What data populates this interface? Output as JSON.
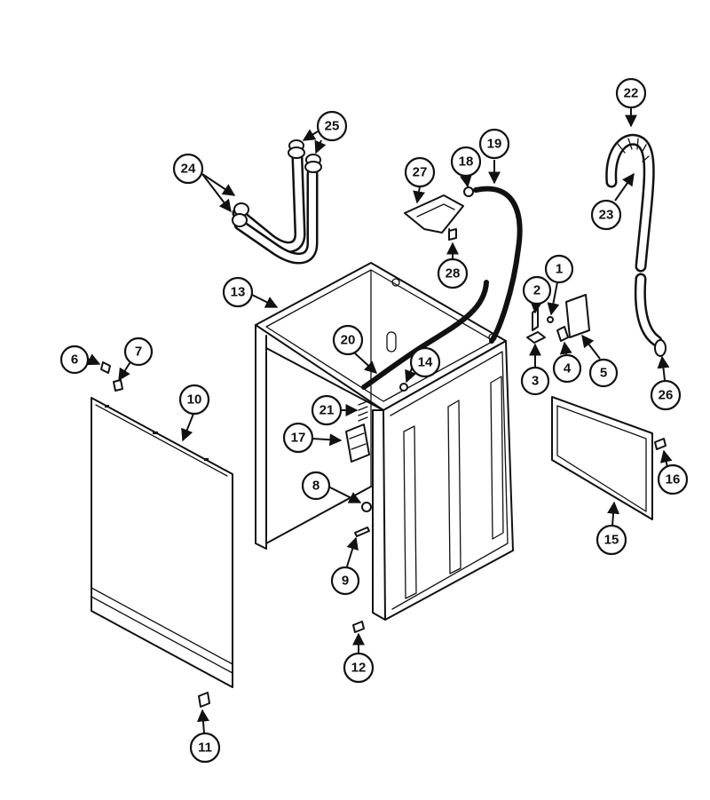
{
  "callouts": [
    {
      "label": "1"
    },
    {
      "label": "2"
    },
    {
      "label": "3"
    },
    {
      "label": "4"
    },
    {
      "label": "5"
    },
    {
      "label": "6"
    },
    {
      "label": "7"
    },
    {
      "label": "8"
    },
    {
      "label": "9"
    },
    {
      "label": "10"
    },
    {
      "label": "11"
    },
    {
      "label": "12"
    },
    {
      "label": "13"
    },
    {
      "label": "14"
    },
    {
      "label": "15"
    },
    {
      "label": "16"
    },
    {
      "label": "17"
    },
    {
      "label": "18"
    },
    {
      "label": "19"
    },
    {
      "label": "20"
    },
    {
      "label": "21"
    },
    {
      "label": "22"
    },
    {
      "label": "23"
    },
    {
      "label": "24"
    },
    {
      "label": "25"
    },
    {
      "label": "26"
    },
    {
      "label": "27"
    },
    {
      "label": "28"
    }
  ]
}
